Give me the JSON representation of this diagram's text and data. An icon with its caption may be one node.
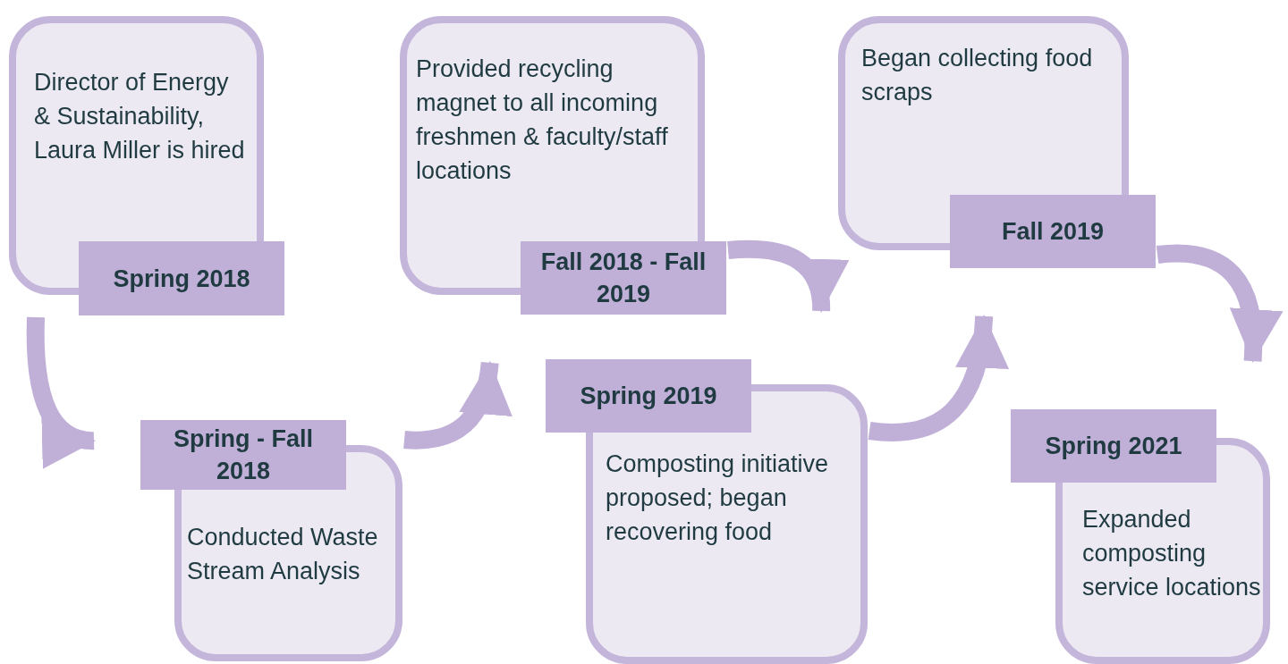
{
  "diagram": {
    "nodes": [
      {
        "text": [
          "Director of Energy & Sustainability, Laura Miller is hired",
          "Spring 2018"
        ]
      },
      {
        "text": [
          "Spring - Fall 2018",
          "Conducted Waste Stream Analysis"
        ]
      },
      {
        "text": [
          "Provided recycling magnet to all incoming freshmen & faculty/staff locations",
          "Fall 2018 - Fall 2019"
        ]
      },
      {
        "text": [
          "Spring 2019",
          "Composting initiative proposed; began recovering food"
        ]
      },
      {
        "text": [
          "Began collecting food scraps",
          "Fall 2019"
        ]
      },
      {
        "text": [
          "Spring 2021",
          "Expanded composting service locations"
        ]
      }
    ],
    "edges": [
      {
        "from": 0,
        "to": 1,
        "arrow": "to"
      },
      {
        "from": 1,
        "to": 2,
        "arrow": "to"
      },
      {
        "from": 2,
        "to": 3,
        "arrow": "to"
      },
      {
        "from": 3,
        "to": 4,
        "arrow": "to"
      },
      {
        "from": 4,
        "to": 5,
        "arrow": "to"
      }
    ]
  }
}
